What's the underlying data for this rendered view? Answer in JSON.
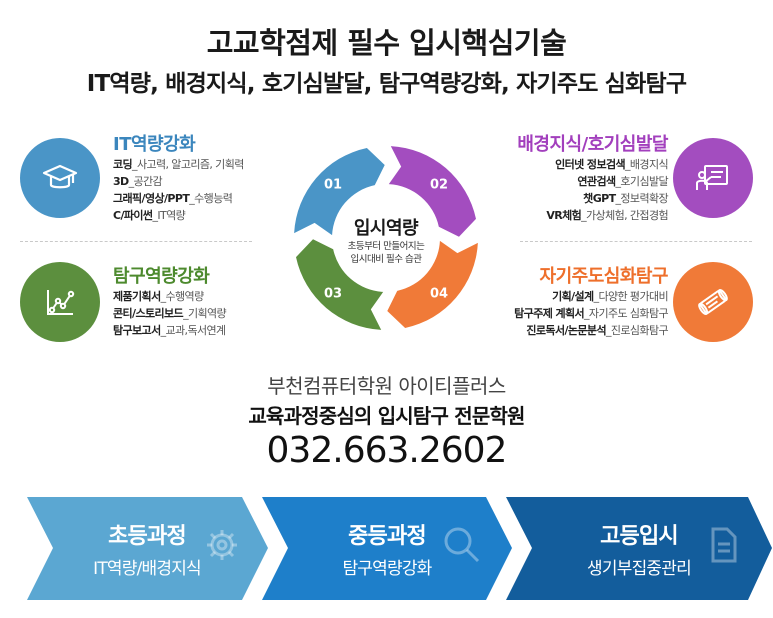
{
  "header": {
    "title": "고교학점제 필수 입시핵심기술",
    "subtitle": "IT역량, 배경지식, 호기심발달, 탐구역량강화, 자기주도 심화탐구"
  },
  "colors": {
    "blue": "#4a95c7",
    "purple": "#a34dbf",
    "green": "#5c8f3e",
    "orange": "#f07a38",
    "arrow1": "#5ba7d2",
    "arrow2": "#1e7fca",
    "arrow3": "#135d9c"
  },
  "sections": {
    "it": {
      "icon": "graduation-cap-icon",
      "title": "IT역량강화",
      "lines": [
        {
          "k": "코딩",
          "v": "_사고력, 알고리즘, 기획력"
        },
        {
          "k": "3D",
          "v": "_공간감"
        },
        {
          "k": "그래픽/영상/PPT",
          "v": "_수행능력"
        },
        {
          "k": "C/파이썬",
          "v": "_IT역량"
        }
      ]
    },
    "background": {
      "icon": "presentation-board-icon",
      "title": "배경지식/호기심발달",
      "lines": [
        {
          "k": "인터넷 정보검색",
          "v": "_배경지식"
        },
        {
          "k": "연관검색",
          "v": "_호기심발달"
        },
        {
          "k": "챗GPT",
          "v": "_정보력확장"
        },
        {
          "k": "VR체험",
          "v": "_가상체험, 간접경험"
        }
      ]
    },
    "inquiry": {
      "icon": "line-chart-icon",
      "title": "탐구역량강화",
      "lines": [
        {
          "k": "제품기획서",
          "v": "_수행역량"
        },
        {
          "k": "콘티/스토리보드",
          "v": "_기획역량"
        },
        {
          "k": "탐구보고서",
          "v": "_교과,독서연계"
        }
      ]
    },
    "selfdirected": {
      "icon": "diploma-scroll-icon",
      "title": "자기주도심화탐구",
      "lines": [
        {
          "k": "기획/설계",
          "v": "_다양한 평가대비"
        },
        {
          "k": "탐구주제 계획서",
          "v": "_자기주도 심화탐구"
        },
        {
          "k": "진로독서/논문분석",
          "v": "_진로심화탐구"
        }
      ]
    }
  },
  "cycle": {
    "segments": [
      "01",
      "02",
      "03",
      "04"
    ],
    "center_title": "입시역량",
    "center_sub_1": "초등부터 만들어지는",
    "center_sub_2": "입시대비 필수 습관"
  },
  "academy": {
    "name": "부천컴퓨터학원 아이티플러스",
    "tagline": "교육과정중심의 입시탐구 전문학원",
    "phone": "032.663.2602"
  },
  "stages": [
    {
      "title": "초등과정",
      "sub": "IT역량/배경지식",
      "icon": "gear-icon"
    },
    {
      "title": "중등과정",
      "sub": "탐구역량강화",
      "icon": "magnifier-icon"
    },
    {
      "title": "고등입시",
      "sub": "생기부집중관리",
      "icon": "document-icon"
    }
  ]
}
